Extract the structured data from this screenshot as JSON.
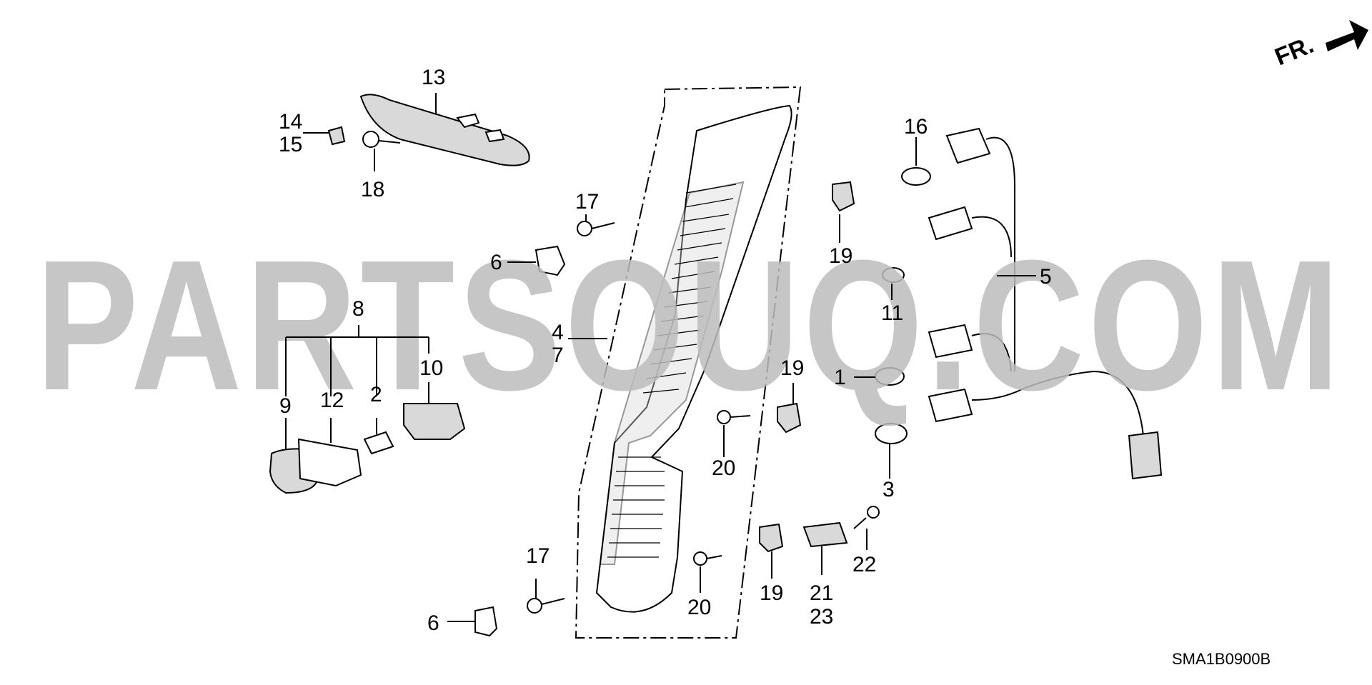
{
  "diagram": {
    "code": "SMA1B0900B",
    "direction_label": "FR.",
    "watermark": "PARTSOUQ.COM",
    "callouts": {
      "n1": "1",
      "n2": "2",
      "n3": "3",
      "n4": "4",
      "n5": "5",
      "n6a": "6",
      "n6b": "6",
      "n7": "7",
      "n8": "8",
      "n9": "9",
      "n10": "10",
      "n11": "11",
      "n12": "12",
      "n13": "13",
      "n14": "14",
      "n15": "15",
      "n16": "16",
      "n17a": "17",
      "n17b": "17",
      "n18": "18",
      "n19a": "19",
      "n19b": "19",
      "n19c": "19",
      "n20a": "20",
      "n20b": "20",
      "n21": "21",
      "n22": "22",
      "n23": "23"
    }
  }
}
